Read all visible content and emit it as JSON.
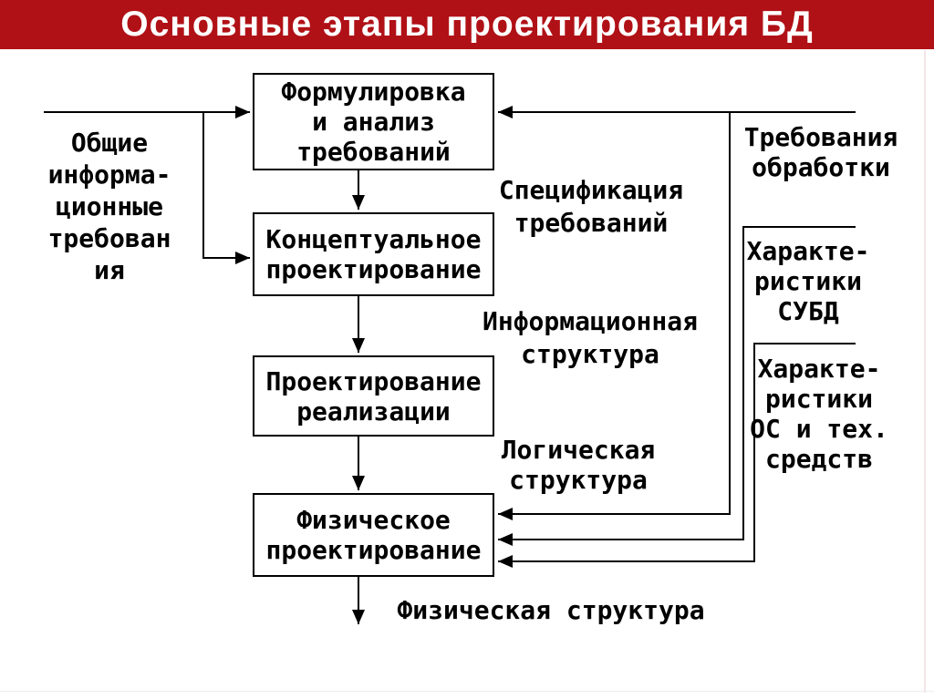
{
  "header": {
    "title": "Основные этапы проектирования БД",
    "bg_color": "#b01116",
    "text_color": "#ffffff"
  },
  "diagram": {
    "stages": [
      {
        "name": "requirements-analysis",
        "label": "Формулировка\nи анализ\nтребований"
      },
      {
        "name": "conceptual-design",
        "label": "Концептуальное\nпроектирование"
      },
      {
        "name": "implementation-design",
        "label": "Проектирование\nреализации"
      },
      {
        "name": "physical-design",
        "label": "Физическое\nпроектирование"
      }
    ],
    "inputs": {
      "general_information_requirements": "Общие\nинформа-\nционные\nтребован\nия",
      "processing_requirements": "Требования\nобработки",
      "dbms_characteristics": "Характе-\nристики\nСУБД",
      "os_hardware_characteristics": "Характе-\nристики\nОС и тех.\nсредств"
    },
    "outputs": {
      "requirements_specification": "Спецификация\nтребований",
      "information_structure": "Информационная\nструктура",
      "logical_structure": "Логическая\nструктура",
      "physical_structure": "Физическая структура"
    },
    "line_color": "#000000"
  }
}
